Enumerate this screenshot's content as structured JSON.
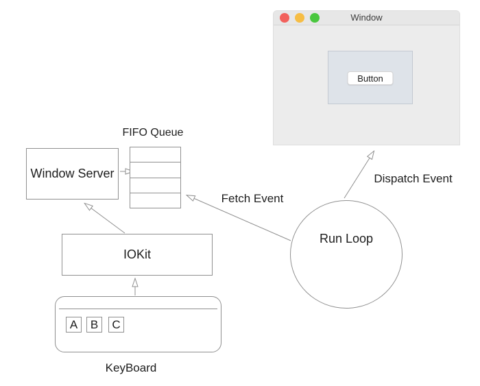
{
  "mock_window": {
    "title": "Window",
    "button_label": "Button",
    "traffic_lights": [
      {
        "name": "close",
        "color": "#f2615c"
      },
      {
        "name": "minimize",
        "color": "#f6bd44"
      },
      {
        "name": "zoom",
        "color": "#4ac73f"
      }
    ]
  },
  "nodes": {
    "window_server": "Window Server",
    "fifo_queue_title": "FIFO Queue",
    "queue_slots": 4,
    "iokit": "IOKit",
    "run_loop": "Run Loop",
    "keyboard": "KeyBoard",
    "keys": [
      "A",
      "B",
      "C"
    ]
  },
  "edges": {
    "fetch_event": "Fetch Event",
    "dispatch_event": "Dispatch Event"
  },
  "colors": {
    "stroke": "#8f8f8f",
    "text": "#1c1c1c",
    "window_body": "#ececec",
    "titlebar": "#e7e7e7",
    "panel_fill": "#dee3e9",
    "panel_border": "#c3c9d1"
  }
}
